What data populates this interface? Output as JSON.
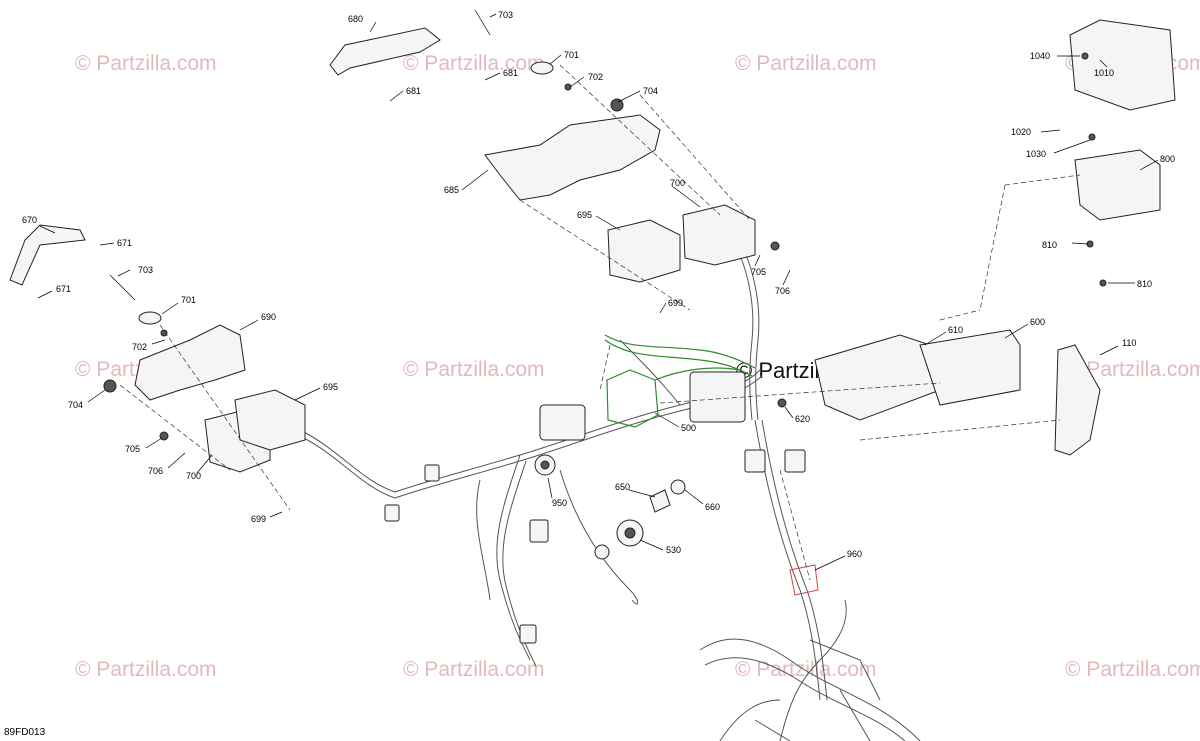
{
  "watermark_text": "© Partzilla.com",
  "diagram_code": "89FD013",
  "callouts": [
    {
      "id": "c680",
      "label": "680"
    },
    {
      "id": "c703a",
      "label": "703"
    },
    {
      "id": "c701a",
      "label": "701"
    },
    {
      "id": "c681a",
      "label": "681"
    },
    {
      "id": "c702a",
      "label": "702"
    },
    {
      "id": "c681b",
      "label": "681"
    },
    {
      "id": "c704a",
      "label": "704"
    },
    {
      "id": "c685",
      "label": "685"
    },
    {
      "id": "c700a",
      "label": "700"
    },
    {
      "id": "c695a",
      "label": "695"
    },
    {
      "id": "c705a",
      "label": "705"
    },
    {
      "id": "c706a",
      "label": "706"
    },
    {
      "id": "c699a",
      "label": "699"
    },
    {
      "id": "c670",
      "label": "670"
    },
    {
      "id": "c671a",
      "label": "671"
    },
    {
      "id": "c703b",
      "label": "703"
    },
    {
      "id": "c671b",
      "label": "671"
    },
    {
      "id": "c701b",
      "label": "701"
    },
    {
      "id": "c690",
      "label": "690"
    },
    {
      "id": "c702b",
      "label": "702"
    },
    {
      "id": "c704b",
      "label": "704"
    },
    {
      "id": "c695b",
      "label": "695"
    },
    {
      "id": "c705b",
      "label": "705"
    },
    {
      "id": "c706b",
      "label": "706"
    },
    {
      "id": "c700b",
      "label": "700"
    },
    {
      "id": "c699b",
      "label": "699"
    },
    {
      "id": "c1040",
      "label": "1040"
    },
    {
      "id": "c1010",
      "label": "1010"
    },
    {
      "id": "c1020",
      "label": "1020"
    },
    {
      "id": "c1030",
      "label": "1030"
    },
    {
      "id": "c800",
      "label": "800"
    },
    {
      "id": "c810a",
      "label": "810"
    },
    {
      "id": "c810b",
      "label": "810"
    },
    {
      "id": "c610",
      "label": "610"
    },
    {
      "id": "c600",
      "label": "600"
    },
    {
      "id": "c110",
      "label": "110"
    },
    {
      "id": "c620",
      "label": "620"
    },
    {
      "id": "c500",
      "label": "500"
    },
    {
      "id": "c950",
      "label": "950"
    },
    {
      "id": "c650",
      "label": "650"
    },
    {
      "id": "c660",
      "label": "660"
    },
    {
      "id": "c530",
      "label": "530"
    },
    {
      "id": "c960",
      "label": "960"
    }
  ]
}
